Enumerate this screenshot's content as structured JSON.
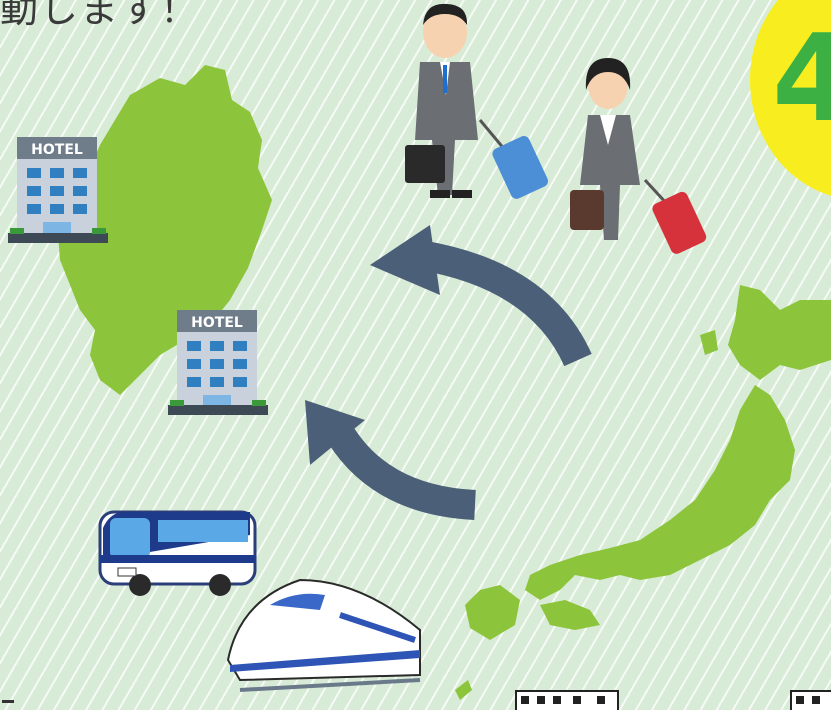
{
  "header": {
    "text": "動します！"
  },
  "badge": {
    "number": "4",
    "color": "#f8ee1f",
    "number_color": "#3cb043"
  },
  "illustrations": {
    "hotel_sign_1": "HOTEL",
    "hotel_sign_2": "HOTEL"
  },
  "colors": {
    "background": "#d8ebd6",
    "map_green": "#8cc43c",
    "arrow": "#4b5f78",
    "hotel_blue": "#2f7fc1"
  },
  "icons": [
    "nagano-map-icon",
    "japan-map-icon",
    "hotel-icon",
    "businessman-icon",
    "businesswoman-icon",
    "suitcase-icon",
    "bus-icon",
    "shinkansen-icon",
    "curved-arrow-icon",
    "qr-code-icon"
  ]
}
